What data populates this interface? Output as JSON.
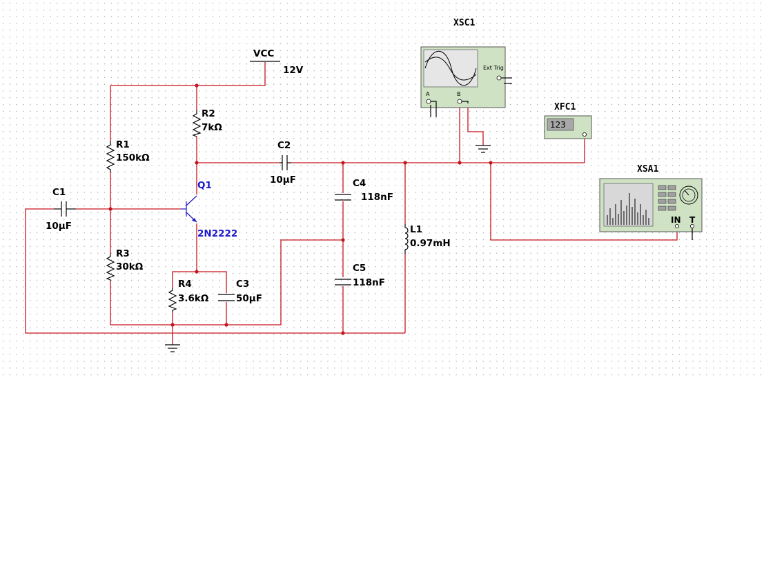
{
  "colors": {
    "wire": "#c8141e",
    "instrument_body": "#cfe3c4",
    "label_blue": "#1a1ac8",
    "grid_dot": "#8a8a8a"
  },
  "vcc": {
    "name": "VCC",
    "value": "12V"
  },
  "components": {
    "r1": {
      "name": "R1",
      "value": "150kΩ"
    },
    "r2": {
      "name": "R2",
      "value": "7kΩ"
    },
    "r3": {
      "name": "R3",
      "value": "30kΩ"
    },
    "r4": {
      "name": "R4",
      "value": "3.6kΩ"
    },
    "c1": {
      "name": "C1",
      "value": "10µF"
    },
    "c2": {
      "name": "C2",
      "value": "10µF"
    },
    "c3": {
      "name": "C3",
      "value": "50µF"
    },
    "c4": {
      "name": "C4",
      "value": "118nF"
    },
    "c5": {
      "name": "C5",
      "value": "118nF"
    },
    "l1": {
      "name": "L1",
      "value": "0.97mH"
    },
    "q1": {
      "name": "Q1",
      "value": "2N2222"
    }
  },
  "instruments": {
    "xsc1": {
      "name": "XSC1",
      "terminal_a": "A",
      "terminal_b": "B",
      "ext_trig": "Ext Trig"
    },
    "xfc1": {
      "name": "XFC1",
      "display": "123"
    },
    "xsa1": {
      "name": "XSA1",
      "terminal_in": "IN",
      "terminal_t": "T"
    }
  }
}
